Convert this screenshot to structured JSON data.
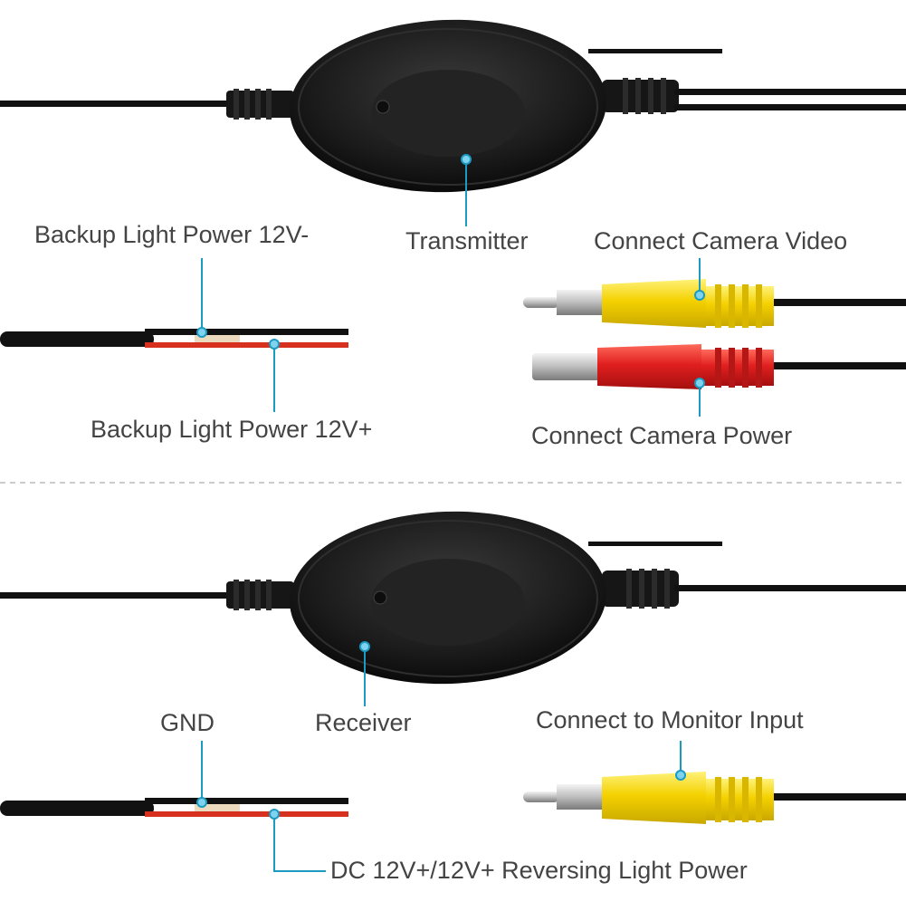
{
  "colors": {
    "cable": "#111111",
    "pointer": "#1b9ac2",
    "yellow_plug": "#f4d100",
    "red_plug": "#e01f1f",
    "red_wire": "#d8301f",
    "divider": "#bbbbbb",
    "label_text": "#444444"
  },
  "transmitter_section": {
    "module_label": "Transmitter",
    "backup_neg_label": "Backup Light Power 12V-",
    "backup_pos_label": "Backup Light Power 12V+",
    "video_label": "Connect Camera Video",
    "power_label": "Connect Camera Power"
  },
  "receiver_section": {
    "module_label": "Receiver",
    "gnd_label": "GND",
    "dc_label": "DC 12V+/12V+ Reversing Light Power",
    "monitor_label": "Connect to Monitor Input"
  },
  "icons": [
    "transmitter-module",
    "receiver-module",
    "rca-plug-icon",
    "dc-plug-icon",
    "led-indicator-icon"
  ]
}
